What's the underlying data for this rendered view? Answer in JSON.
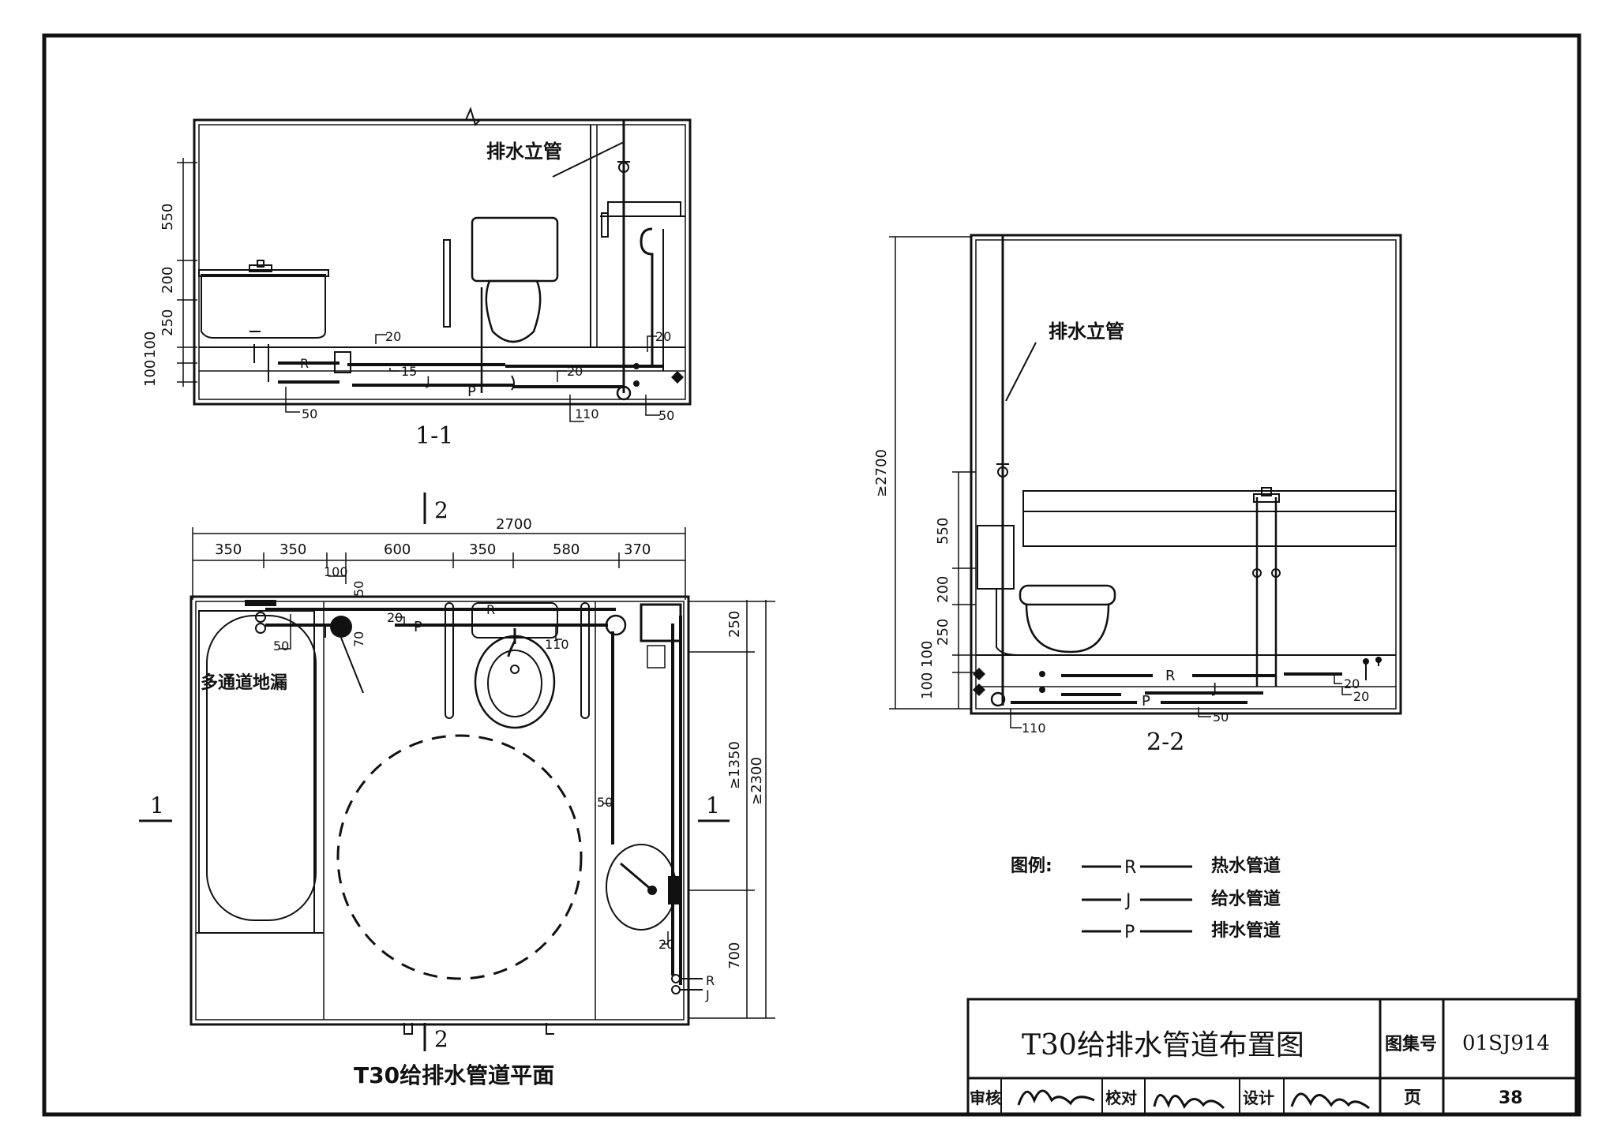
{
  "views": {
    "section_1_1": {
      "title": "1-1",
      "riser_label": "排水立管",
      "dims_vertical": [
        "550",
        "200",
        "250",
        "100",
        "100"
      ],
      "pipe_labels": {
        "hot": "R",
        "cold": "J",
        "drain": "P"
      },
      "size_labels": [
        "20",
        "15",
        "20",
        "20",
        "50",
        "110",
        "50"
      ]
    },
    "section_2_2": {
      "title": "2-2",
      "riser_label": "排水立管",
      "overall_height": "≥2700",
      "dims_vertical": [
        "550",
        "200",
        "250",
        "100",
        "100"
      ],
      "pipe_labels": {
        "hot": "R",
        "cold": "J",
        "drain": "P"
      },
      "size_labels": [
        "20",
        "20",
        "110",
        "50"
      ]
    },
    "plan": {
      "title": "T30给排水管道平面",
      "section_mark_1": "1",
      "section_mark_2": "2",
      "overall_width": "2700",
      "dims_horizontal": [
        "350",
        "350",
        "600",
        "350",
        "580",
        "370"
      ],
      "dim_100": "100",
      "dims_right": [
        "250",
        "≥1350",
        "700"
      ],
      "overall_depth": "≥2300",
      "floor_drain_label": "多通道地漏",
      "size_labels": [
        "50",
        "70",
        "20",
        "50",
        "110",
        "50",
        "20"
      ],
      "pipe_labels": {
        "hot": "R",
        "cold": "J",
        "drain": "P"
      }
    }
  },
  "legend": {
    "title": "图例:",
    "items": [
      {
        "symbol": "R",
        "text": "热水管道"
      },
      {
        "symbol": "J",
        "text": "给水管道"
      },
      {
        "symbol": "P",
        "text": "排水管道"
      }
    ]
  },
  "title_block": {
    "drawing_title": "T30给排水管道布置图",
    "atlas_no_label": "图集号",
    "atlas_no": "01SJ914",
    "review_label": "审核",
    "check_label": "校对",
    "design_label": "设计",
    "page_label": "页",
    "page_no": "38"
  }
}
